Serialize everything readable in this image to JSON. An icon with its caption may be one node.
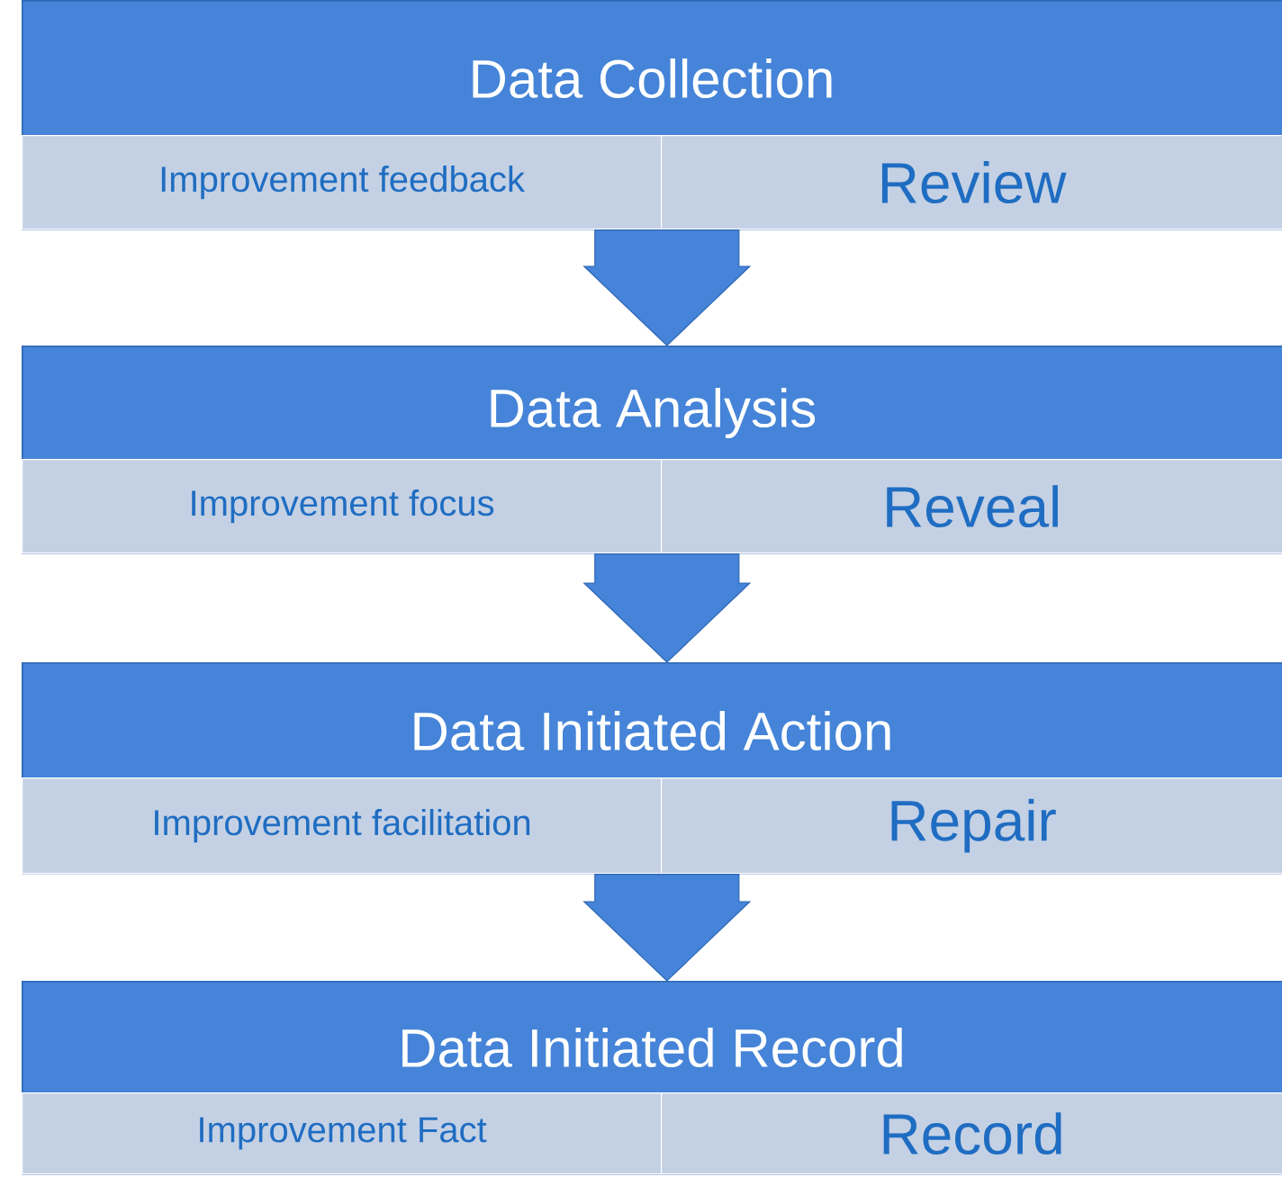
{
  "diagram": {
    "nodes": [
      {
        "text": [
          "Data Collection"
        ]
      },
      {
        "text": [
          "Improvement feedback"
        ],
        "in": 0
      },
      {
        "text": [
          "Review"
        ],
        "in": 0
      },
      {
        "text": [
          "Data Analysis"
        ]
      },
      {
        "text": [
          "Improvement focus"
        ],
        "in": 3
      },
      {
        "text": [
          "Reveal"
        ],
        "in": 3
      },
      {
        "text": [
          "Data Initiated Action"
        ]
      },
      {
        "text": [
          "Improvement facilitation"
        ],
        "in": 6
      },
      {
        "text": [
          "Repair"
        ],
        "in": 6
      },
      {
        "text": [
          "Data Initiated Record"
        ]
      },
      {
        "text": [
          "Improvement Fact"
        ],
        "in": 9
      },
      {
        "text": [
          "Record"
        ],
        "in": 9
      }
    ],
    "edges": [
      {
        "from": 0,
        "to": 3,
        "arrow": "to"
      },
      {
        "from": 3,
        "to": 6,
        "arrow": "to"
      },
      {
        "from": 6,
        "to": 9,
        "arrow": "to"
      }
    ]
  }
}
